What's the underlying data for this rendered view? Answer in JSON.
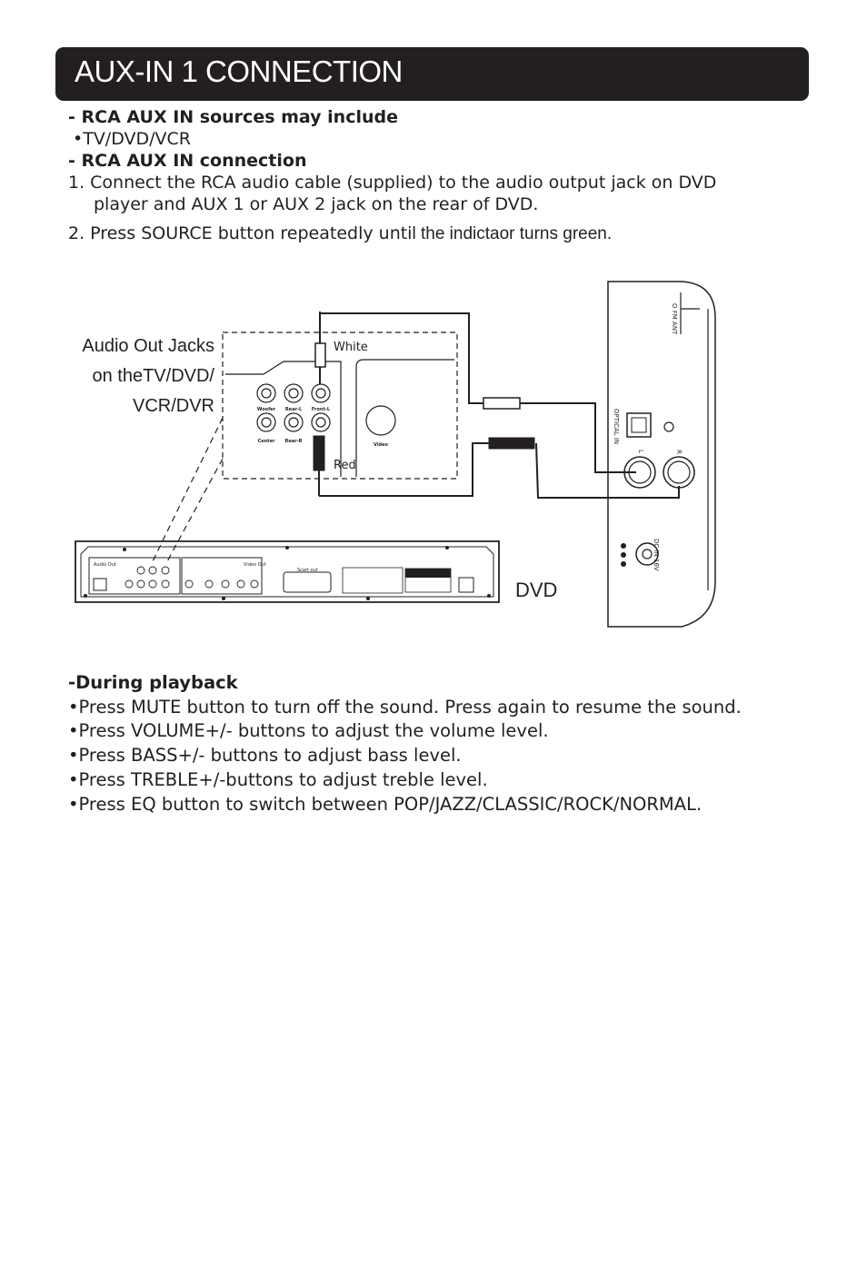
{
  "header": {
    "title": "AUX-IN 1 CONNECTION"
  },
  "intro": {
    "sources_heading": "- RCA AUX IN sources may include",
    "sources_item": "•TV/DVD/VCR",
    "connection_heading": "- RCA AUX IN connection",
    "step1_line1": "1. Connect the RCA audio cable (supplied) to the audio output jack on DVD",
    "step1_line2": "player and AUX 1 or AUX 2 jack on the rear of DVD.",
    "step2_a": "2. Press SOURCE button repeatedly unti",
    "step2_b": "l the indictaor turns green."
  },
  "diagram": {
    "source_label_1": "Audio Out Jacks",
    "source_label_2": "on theTV/DVD/",
    "source_label_3": "VCR/DVR",
    "white_label": "White",
    "red_label": "Red",
    "jack_woofer": "Woofer",
    "jack_rear_l": "Rear-L",
    "jack_front_l": "Front-L",
    "jack_center": "Center",
    "jack_rear_r": "Rear-R",
    "jack_video": "Video",
    "dvd_label": "DVD",
    "dvd_audio_out": "Audio Out",
    "dvd_video_out": "Video Out",
    "dvd_scart_out": "Scart out",
    "side_fm_ant": "O FM ANT",
    "side_optical_in": "OPTICAL IN",
    "side_l": "L",
    "side_r": "R",
    "side_dc_in": "DC IN 16V"
  },
  "playback": {
    "heading": "-During playback",
    "items": [
      "•Press MUTE button to turn off the sound. Press again to resume the sound.",
      "•Press VOLUME+/- buttons to adjust the volume level.",
      "•Press BASS+/- buttons to adjust bass level.",
      "•Press TREBLE+/-buttons to adjust treble level.",
      "•Press EQ button to switch between POP/JAZZ/CLASSIC/ROCK/NORMAL."
    ]
  }
}
